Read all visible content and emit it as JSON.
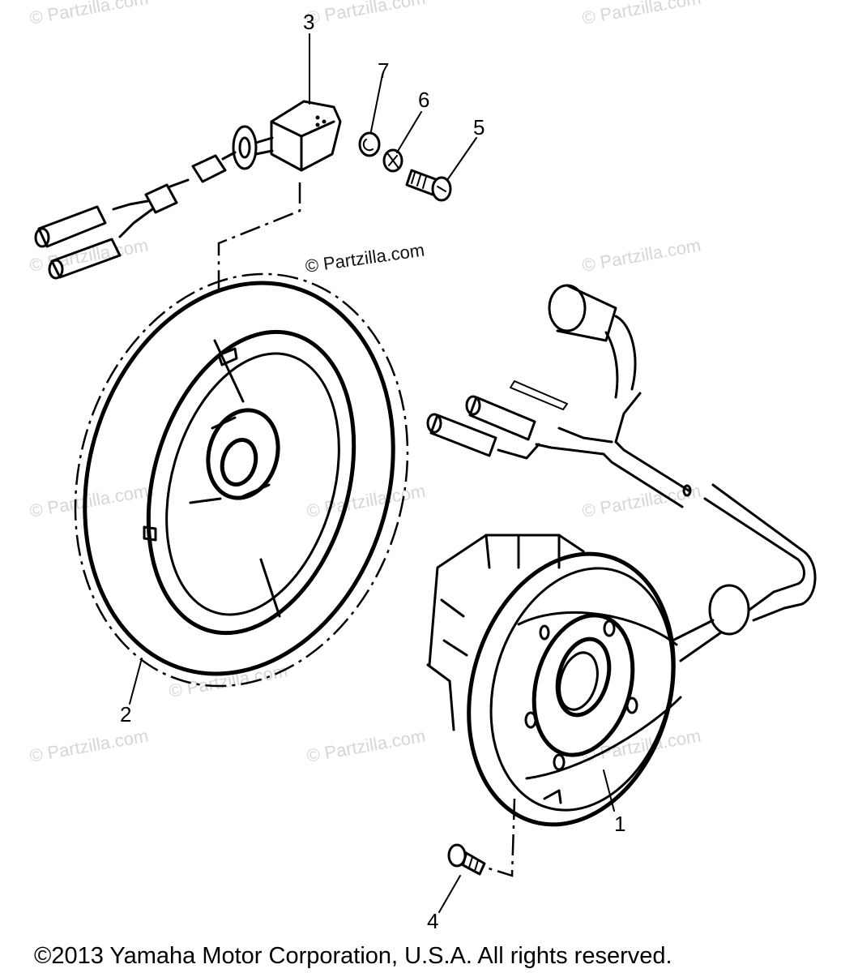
{
  "watermarks": [
    "© Partzilla.com",
    "© Partzilla.com",
    "© Partzilla.com",
    "© Partzilla.com",
    "© Partzilla.com",
    "© Partzilla.com",
    "© Partzilla.com",
    "© Partzilla.com",
    "© Partzilla.com",
    "© Partzilla.com",
    "© Partzilla.com",
    "© Partzilla.com"
  ],
  "center_watermark": "© Partzilla.com",
  "callouts": [
    "3",
    "7",
    "6",
    "5",
    "2",
    "1",
    "4"
  ],
  "copyright": "©2013 Yamaha Motor Corporation, U.S.A. All rights reserved."
}
